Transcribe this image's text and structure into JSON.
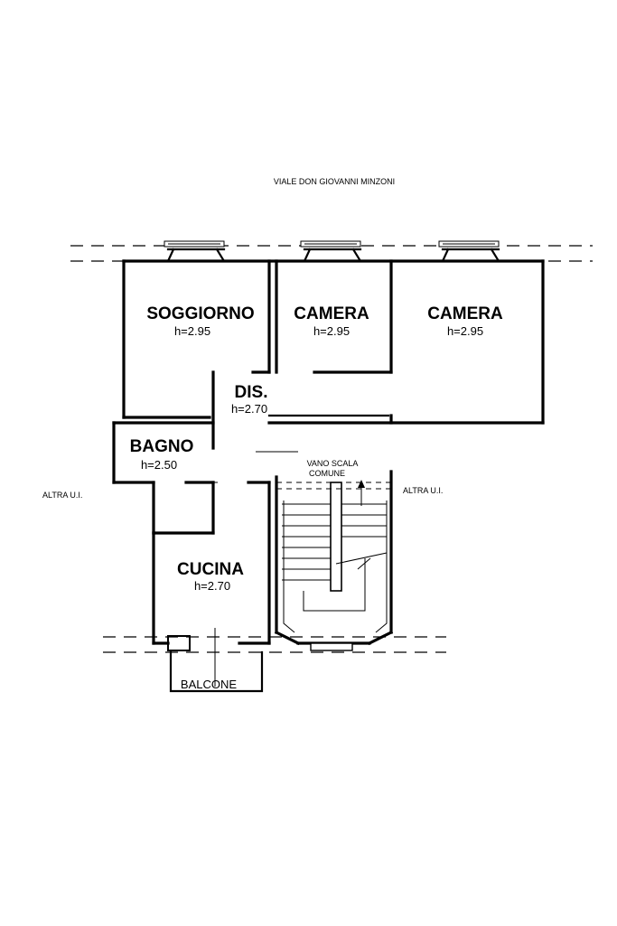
{
  "street": "VIALE DON GIOVANNI MINZONI",
  "rooms": {
    "soggiorno": {
      "name": "SOGGIORNO",
      "height": "h=2.95"
    },
    "camera1": {
      "name": "CAMERA",
      "height": "h=2.95"
    },
    "camera2": {
      "name": "CAMERA",
      "height": "h=2.95"
    },
    "dis": {
      "name": "DIS.",
      "height": "h=2.70"
    },
    "bagno": {
      "name": "BAGNO",
      "height": "h=2.50"
    },
    "cucina": {
      "name": "CUCINA",
      "height": "h=2.70"
    }
  },
  "stair": {
    "line1": "VANO SCALA",
    "line2": "COMUNE"
  },
  "neighbors": {
    "left": "ALTRA U.I.",
    "right": "ALTRA U.I."
  },
  "balcony": "BALCONE"
}
